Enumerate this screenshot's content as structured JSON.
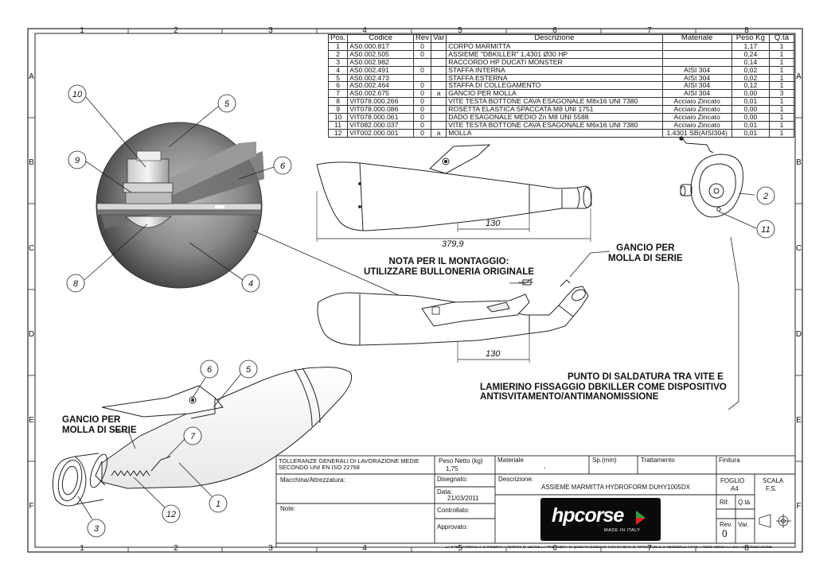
{
  "border_numbers": [
    "1",
    "2",
    "3",
    "4",
    "5",
    "6",
    "7",
    "8"
  ],
  "border_letters": [
    "A",
    "B",
    "C",
    "D",
    "E",
    "F"
  ],
  "bom": {
    "headers": [
      "Pos.",
      "Codice",
      "Rev",
      "Var",
      "Descrizione",
      "Materiale",
      "Peso Kg",
      "Q.tà"
    ],
    "rows": [
      [
        "1",
        "AS0.000.817",
        "0",
        "",
        "CORPO MARMITTA",
        "",
        "1,17",
        "1"
      ],
      [
        "2",
        "AS0.002.505",
        "0",
        "",
        "ASSIEME \"DBKILLER\" 1,4301 Ø30 HP",
        "",
        "0,24",
        "1"
      ],
      [
        "3",
        "AS0.002.982",
        "",
        "",
        "RACCORDO HP DUCATI MONSTER",
        "",
        "0,14",
        "1"
      ],
      [
        "4",
        "AS0.002.491",
        "0",
        "",
        "STAFFA INTERNA",
        "AISI 304",
        "0,02",
        "1"
      ],
      [
        "5",
        "AS0.002.473",
        "",
        "",
        "STAFFA ESTERNA",
        "AISI 304",
        "0,02",
        "1"
      ],
      [
        "6",
        "AS0.002.464",
        "0",
        "",
        "STAFFA DI COLLEGAMENTO",
        "AISI 304",
        "0,12",
        "1"
      ],
      [
        "7",
        "AS0.002.675",
        "0",
        "a",
        "GANCIO PER MOLLA",
        "AISI 304",
        "0,00",
        "3"
      ],
      [
        "8",
        "VIT078.000.266",
        "0",
        "",
        "VITE TESTA BOTTONE CAVA ESAGONALE M8x16 UNI 7380",
        "Acciaio Zincato",
        "0,01",
        "1"
      ],
      [
        "9",
        "VIT078.000.086",
        "0",
        "",
        "ROSETTA ELASTICA SPACCATA M8 UNI 1751",
        "Acciaio Zincato",
        "0,00",
        "1"
      ],
      [
        "10",
        "VIT078.000.061",
        "0",
        "",
        "DADO ESAGONALE MEDIO Zn M8 UNI 5588",
        "Acciaio Zincato",
        "0,00",
        "1"
      ],
      [
        "11",
        "VIT082.000.037",
        "0",
        "",
        "VITE TESTA BOTTONE CAVA ESAGONALE M6x16 UNI 7380",
        "Acciaio Zincato",
        "0,01",
        "1"
      ],
      [
        "12",
        "VIT002.000.001",
        "0",
        "a",
        "MOLLA",
        "1.4301 SB(AISI304)",
        "0,01",
        "1"
      ]
    ]
  },
  "callouts": {
    "detail": [
      "10",
      "5",
      "9",
      "6",
      "8",
      "4"
    ],
    "rear": [
      "2",
      "11"
    ],
    "iso": [
      "6",
      "5",
      "7",
      "1",
      "12",
      "3"
    ]
  },
  "dimensions": {
    "upper_130": "130",
    "overall": "379,9",
    "lower_130": "130"
  },
  "notes": {
    "montaggio": [
      "NOTA PER IL MONTAGGIO:",
      "UTILIZZARE BULLONERIA ORIGINALE"
    ],
    "gancio_right": [
      "GANCIO PER",
      "MOLLA DI SERIE"
    ],
    "gancio_left": [
      "GANCIO PER",
      "MOLLA DI SERIE"
    ],
    "saldatura": [
      "PUNTO DI SALDATURA TRA VITE E",
      "LAMIERINO  FISSAGGIO DBKILLER COME DISPOSITIVO",
      "ANTISVITAMENTO/ANTIMANOMISSIONE"
    ]
  },
  "title_block": {
    "tolleranze": [
      "TOLLERANZE GENERALI DI LAVORAZIONE MEDIE",
      "SECONDO UNI EN ISO 22768"
    ],
    "peso_label": "Peso Netto (kg)",
    "peso_value": "1,75",
    "materiale_label": "Materiale",
    "materiale_value": "-",
    "sp_label": "Sp.(mm)",
    "trattamento_label": "Trattamento",
    "finitura_label": "Finitura",
    "macchina_label": "Macchina/Attrezzatura:",
    "disegnato_label": "Disegnato:",
    "descrizione_label": "Descrizione:",
    "descrizione_value": "ASSIEME MARMITTA HYDROFORM DUHY1005DX",
    "foglio_label": "FOGLIO",
    "foglio_value": "A4",
    "scala_label": "SCALA",
    "scala_value": "F.S.",
    "data_label": "Data:",
    "data_value": "21/03/2011",
    "rif_label": "Rif.",
    "qta_label": "Q.tà",
    "note_label": "Note:",
    "controllato_label": "Controllato:",
    "rev_label": "Rev.",
    "rev_value": "0",
    "var_label": "Var.",
    "approvato_label": "Approvato:",
    "copyright": "LA STEELFORM S.r.l. SI RISERVA A TERMINI DI LEGGE LA PROPRIETA' DI QUESTO DISEGNO CON DIVIETO DI RIPRODURLO O RENDERLO NOTO A TERZI SENZA LA SUA AUTORIZZAZIONE"
  },
  "logo": {
    "brand": "hpcorse",
    "tagline": "MADE IN ITALY",
    "accent_colors": [
      "#2e9e3e",
      "#e32222"
    ]
  }
}
